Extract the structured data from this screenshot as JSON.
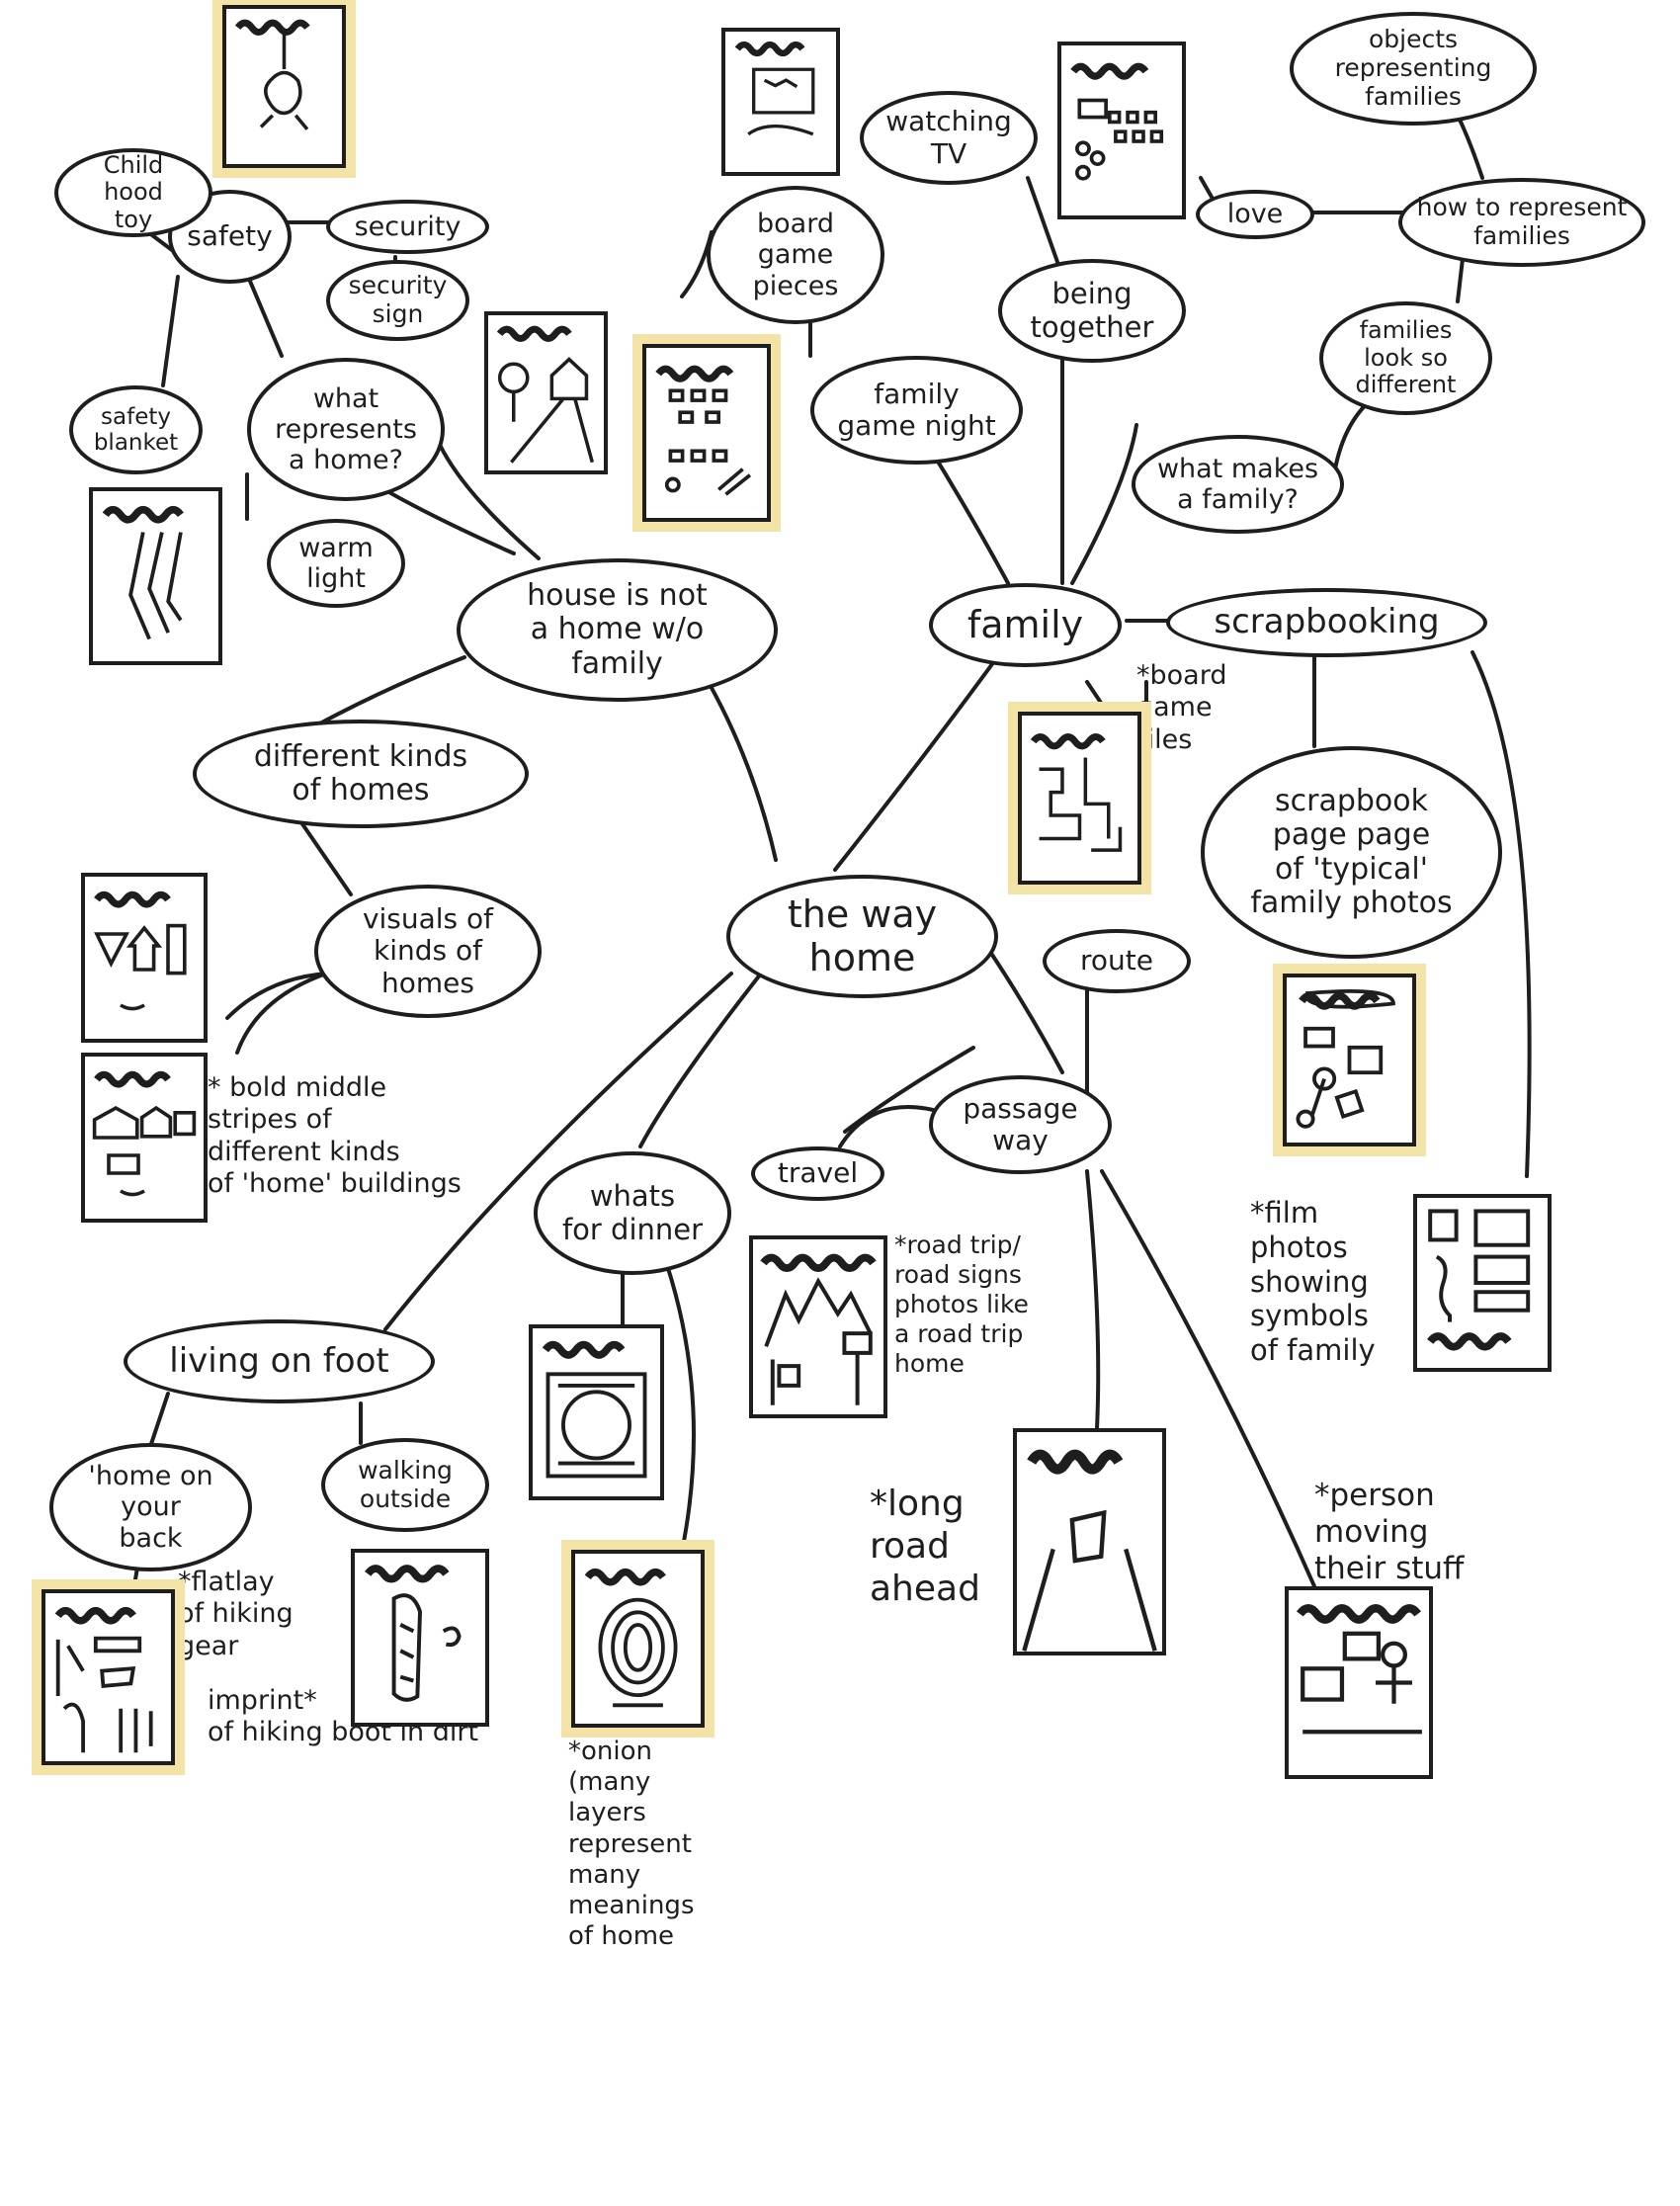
{
  "center": "the way home",
  "nodes": {
    "house_not_home": "house is not\na home w/o\nfamily",
    "family": "family",
    "what_represents_home": "what\nrepresents\na home?",
    "warm_light": "warm\nlight",
    "safety": "safety",
    "childhood_toy": "Child hood\ntoy",
    "security": "security",
    "security_sign": "security\nsign",
    "safety_blanket": "safety\nblanket",
    "different_kinds": "different kinds\nof homes",
    "visuals_kinds": "visuals of\nkinds of\nhomes",
    "board_game_pieces": "board\ngame\npieces",
    "family_game_night": "family\ngame night",
    "watching_tv": "watching\nTV",
    "being_together": "being\ntogether",
    "objects_families": "objects\nrepresenting\nfamilies",
    "love": "love",
    "how_to_represent": "how to represent\nfamilies",
    "families_look": "families\nlook so\ndifferent",
    "what_makes_family": "what makes\na family?",
    "scrapbooking": "scrapbooking",
    "scrapbook_page": "scrapbook\npage page\nof 'typical'\nfamily photos",
    "route": "route",
    "passage_way": "passage\nway",
    "travel": "travel",
    "whats_for_dinner": "whats\nfor dinner",
    "living_on_foot": "living on foot",
    "home_on_back": "'home on\nyour\nback",
    "walking_outside": "walking\noutside"
  },
  "notes": {
    "board_game_tiles": "*board\n  game\n  tiles",
    "bold_stripes": "* bold middle\n   stripes of\n   different kinds\n   of 'home' buildings",
    "road_trip": "*road trip/\nroad signs\nphotos like\na road trip\nhome",
    "film_photos": "*film\n  photos\n  showing\n  symbols\n  of family",
    "long_road": "*long\n  road\n  ahead",
    "person_moving": "*person\n  moving\n  their stuff",
    "flatlay": "*flatlay\n of hiking\n   gear",
    "imprint": "  imprint*\nof hiking boot in dirt",
    "onion": "*onion\n (many\n  layers\n  represent\n  many\n  meanings\n  of home"
  },
  "highlight_color": "#f3e3a6",
  "ink_color": "#1e1e1e"
}
